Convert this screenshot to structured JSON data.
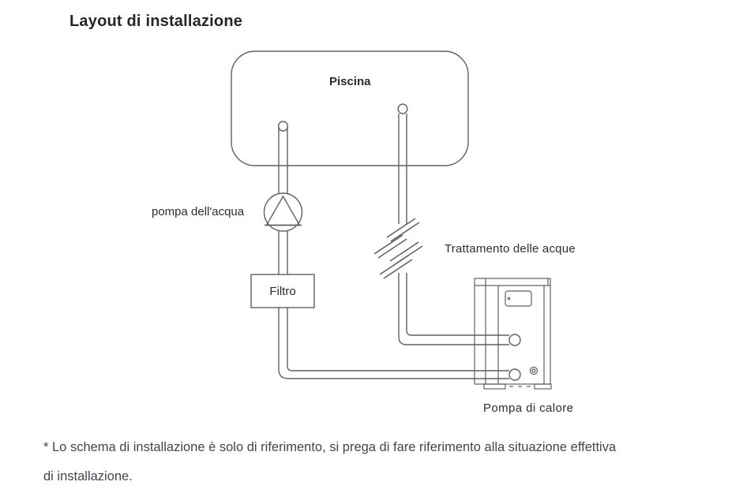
{
  "title": "Layout di installazione",
  "diagram": {
    "line_color": "#606060",
    "labels": {
      "pool": "Piscina",
      "water_pump": "pompa dell'acqua",
      "filter": "Filtro",
      "water_treatment": "Trattamento delle acque",
      "heat_pump": "Pompa di calore"
    }
  },
  "footnote": {
    "line1": "* Lo schema di installazione è solo di riferimento, si prega di fare riferimento alla situazione effettiva",
    "line2": "di installazione."
  }
}
